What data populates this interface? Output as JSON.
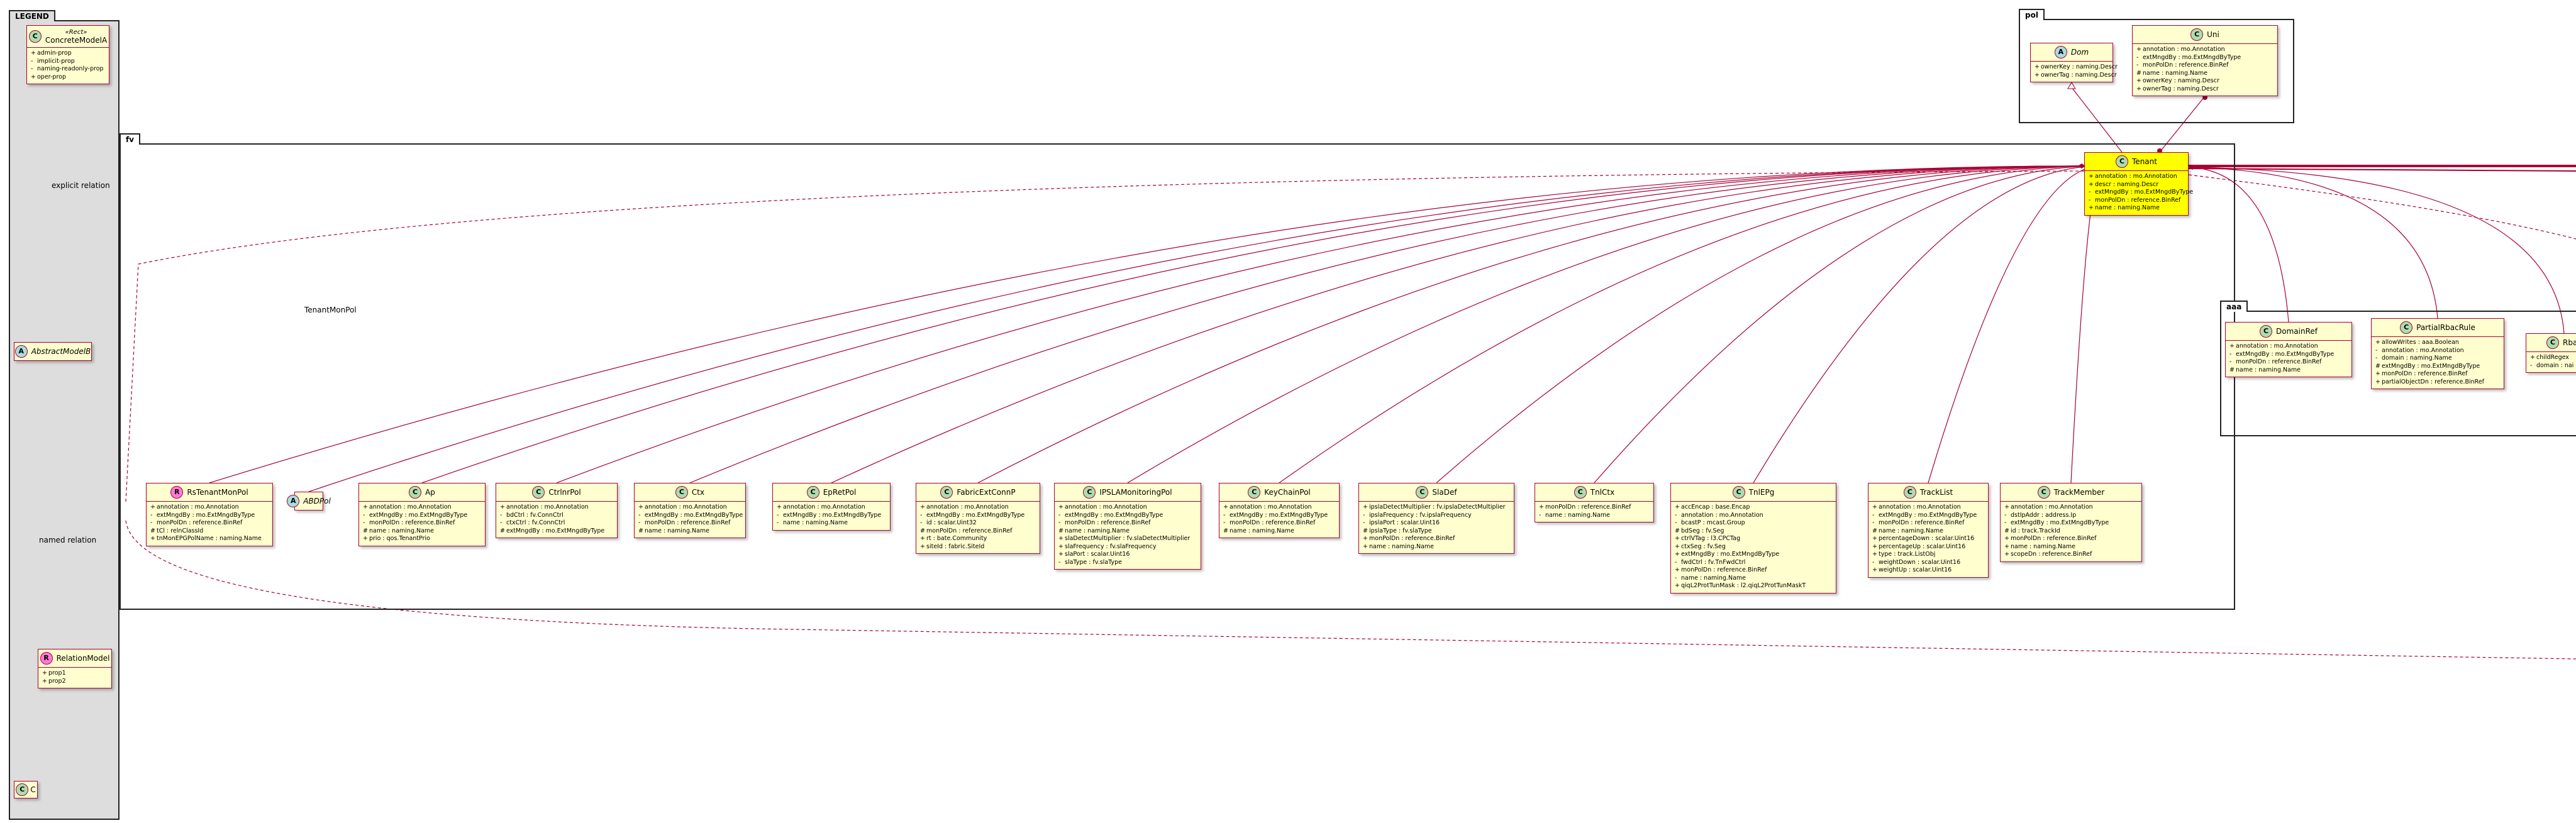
{
  "packages": {
    "legend": "LEGEND",
    "pol": "pol",
    "fv": "fv",
    "aaa": "aaa"
  },
  "legend_classes": {
    "concrete_a": {
      "stereotype": "«Rect»",
      "name": "ConcreteModelA",
      "icon": "C",
      "attrs": [
        "admin-prop",
        "implicit-prop",
        "naming-readonly-prop",
        "oper-prop"
      ]
    },
    "abstract_b": {
      "name": "AbstractModelB",
      "icon": "A",
      "attrs": []
    },
    "relation_model": {
      "name": "RelationModel",
      "icon": "R",
      "attrs": [
        "prop1",
        "prop2"
      ]
    },
    "c": {
      "name": "C",
      "icon": "C",
      "attrs": []
    }
  },
  "legend_relations": {
    "explicit": "explicit relation",
    "named": "named relation"
  },
  "pol_classes": {
    "dom": {
      "name": "Dom",
      "icon": "A",
      "attrs": [
        "ownerKey : naming.Descr",
        "ownerTag : naming.Descr"
      ]
    },
    "uni": {
      "name": "Uni",
      "icon": "C",
      "attrs": [
        "annotation : mo.Annotation",
        "extMngdBy : mo.ExtMngdByType",
        "monPolDn : reference.BinRef",
        "name : naming.Name",
        "ownerKey : naming.Descr",
        "ownerTag : naming.Descr"
      ]
    }
  },
  "tenant": {
    "name": "Tenant",
    "icon": "C",
    "attrs": [
      "annotation : mo.Annotation",
      "descr : naming.Descr",
      "extMngdBy : mo.ExtMngdByType",
      "monPolDn : reference.BinRef",
      "name : naming.Name"
    ]
  },
  "relation_label": "TenantMonPol",
  "fv_classes": [
    {
      "name": "RsTenantMonPol",
      "icon": "R",
      "attrs": [
        "annotation : mo.Annotation",
        "extMngdBy : mo.ExtMngdByType",
        "monPolDn : reference.BinRef",
        "tCl : relnClassId",
        "tnMonEPGPolName : naming.Name"
      ]
    },
    {
      "name": "ABDPol",
      "icon": "A",
      "attrs": []
    },
    {
      "name": "Ap",
      "icon": "C",
      "attrs": [
        "annotation : mo.Annotation",
        "extMngdBy : mo.ExtMngdByType",
        "monPolDn : reference.BinRef",
        "name : naming.Name",
        "prio : qos.TenantPrio"
      ]
    },
    {
      "name": "CtrlnrPol",
      "icon": "C",
      "attrs": [
        "annotation : mo.Annotation",
        "bdCtrl : fv.ConnCtrl",
        "ctxCtrl : fv.ConnCtrl",
        "extMngdBy : mo.ExtMngdByType"
      ]
    },
    {
      "name": "Ctx",
      "icon": "C",
      "attrs": [
        "annotation : mo.Annotation",
        "extMngdBy : mo.ExtMngdByType",
        "monPolDn : reference.BinRef",
        "name : naming.Name"
      ]
    },
    {
      "name": "EpRetPol",
      "icon": "C",
      "attrs": [
        "annotation : mo.Annotation",
        "extMngdBy : mo.ExtMngdByType",
        "name : naming.Name"
      ]
    },
    {
      "name": "FabricExtConnP",
      "icon": "C",
      "attrs": [
        "annotation : mo.Annotation",
        "extMngdBy : mo.ExtMngdByType",
        "id : scalar.Uint32",
        "monPolDn : reference.BinRef",
        "rt : bate.Community",
        "siteId : fabric.SiteId"
      ]
    },
    {
      "name": "IPSLAMonitoringPol",
      "icon": "C",
      "attrs": [
        "annotation : mo.Annotation",
        "extMngdBy : mo.ExtMngdByType",
        "monPolDn : reference.BinRef",
        "name : naming.Name",
        "slaDetectMultiplier : fv.slaDetectMultiplier",
        "slaFrequency : fv.slaFrequency",
        "slaPort : scalar.Uint16",
        "slaType : fv.slaType"
      ]
    },
    {
      "name": "KeyChainPol",
      "icon": "C",
      "attrs": [
        "annotation : mo.Annotation",
        "extMngdBy : mo.ExtMngdByType",
        "monPolDn : reference.BinRef",
        "name : naming.Name"
      ]
    },
    {
      "name": "SlaDef",
      "icon": "C",
      "attrs": [
        "ipslaDetectMultiplier : fv.ipslaDetectMultiplier",
        "ipslaFrequency : fv.ipslaFrequency",
        "ipslaPort : scalar.Uint16",
        "ipslaType : fv.slaType",
        "monPolDn : reference.BinRef",
        "name : naming.Name"
      ]
    },
    {
      "name": "TnlCtx",
      "icon": "C",
      "attrs": [
        "monPolDn : reference.BinRef",
        "name : naming.Name"
      ]
    },
    {
      "name": "TnlEPg",
      "icon": "C",
      "attrs": [
        "accEncap : base.Encap",
        "annotation : mo.Annotation",
        "bcastP : mcast.Group",
        "bdSeg : fv.Seg",
        "ctrlVTag : l3.CPCTag",
        "ctxSeg : fv.Seg",
        "extMngdBy : mo.ExtMngdByType",
        "fwdCtrl : fv.TnFwdCtrl",
        "monPolDn : reference.BinRef",
        "name : naming.Name",
        "qiqL2ProtTunMask : l2.qiqL2ProtTunMaskT"
      ]
    },
    {
      "name": "TrackList",
      "icon": "C",
      "attrs": [
        "annotation : mo.Annotation",
        "extMngdBy : mo.ExtMngdByType",
        "monPolDn : reference.BinRef",
        "name : naming.Name",
        "percentageDown : scalar.Uint16",
        "percentageUp : scalar.Uint16",
        "type : track.ListObj",
        "weightDown : scalar.Uint16",
        "weightUp : scalar.Uint16"
      ]
    },
    {
      "name": "TrackMember",
      "icon": "C",
      "attrs": [
        "annotation : mo.Annotation",
        "dstIpAddr : address.Ip",
        "extMngdBy : mo.ExtMngdByType",
        "id : track.TrackId",
        "monPolDn : reference.BinRef",
        "name : naming.Name",
        "scopeDn : reference.BinRef"
      ]
    }
  ],
  "aaa_classes": [
    {
      "name": "DomainRef",
      "icon": "C",
      "attrs": [
        "annotation : mo.Annotation",
        "extMngdBy : mo.ExtMngdByType",
        "monPolDn : reference.BinRef",
        "name : naming.Name"
      ]
    },
    {
      "name": "PartialRbacRule",
      "icon": "C",
      "attrs": [
        "allowWrites : aaa.Boolean",
        "annotation : mo.Annotation",
        "domain : naming.Name",
        "extMngdBy : mo.ExtMngdByType",
        "monPolDn : reference.BinRef",
        "partialObjectDn : reference.BinRef"
      ]
    },
    {
      "name": "Rbac",
      "icon": "C",
      "attrs": [
        "childRegex",
        "domain : nai"
      ]
    }
  ],
  "colors": {
    "class_fill": "#fefece",
    "class_border": "#a80036",
    "highlight_fill": "#ffff00",
    "legend_fill": "#dddddd",
    "edge": "#a80036"
  }
}
